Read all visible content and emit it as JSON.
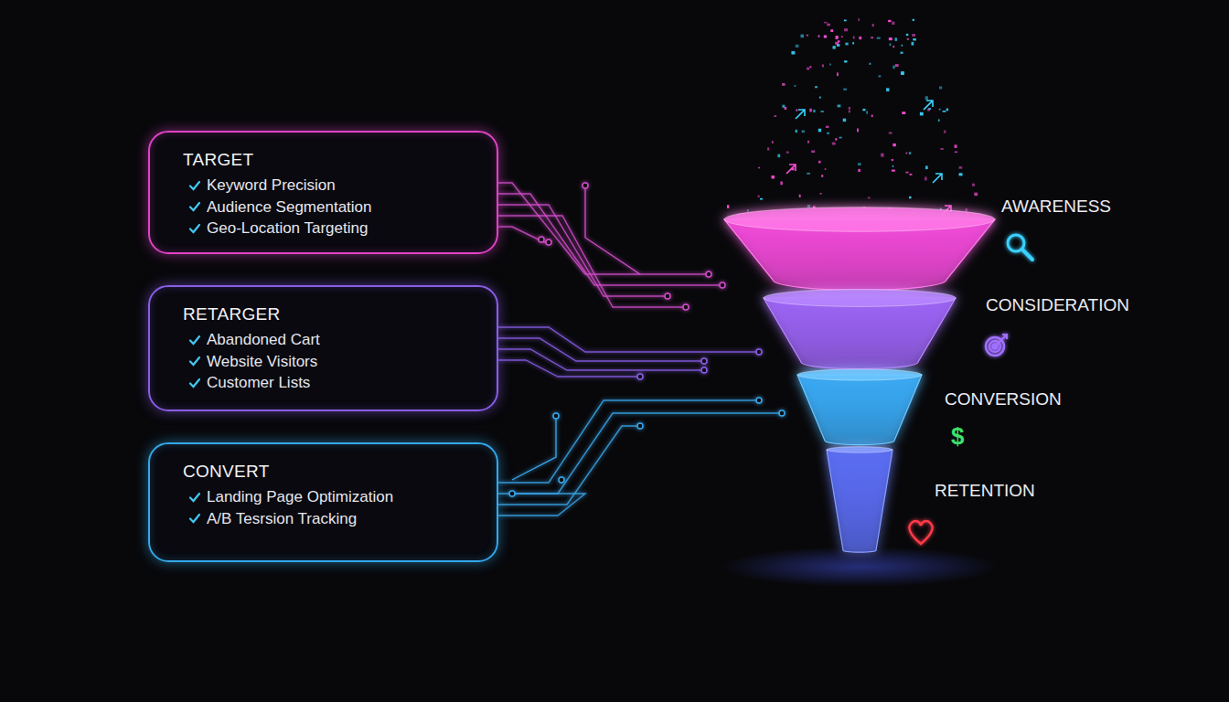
{
  "diagram": {
    "nodes": [
      {
        "text": [
          "TARGET",
          "Keyword Precision",
          "Audience Segmentation",
          "Geo-Location Targeting"
        ]
      },
      {
        "text": [
          "RETARGER",
          "Abandoned Cart",
          "Website Visitors",
          "Customer Lists"
        ]
      },
      {
        "text": [
          "CONVERT",
          "Landing Page Optimization",
          "A/B Tesrsion Tracking"
        ]
      }
    ],
    "labels": [
      "AWARENESS",
      "CONSIDERATION",
      "CONVERSION",
      "$",
      "RETENTION"
    ]
  }
}
